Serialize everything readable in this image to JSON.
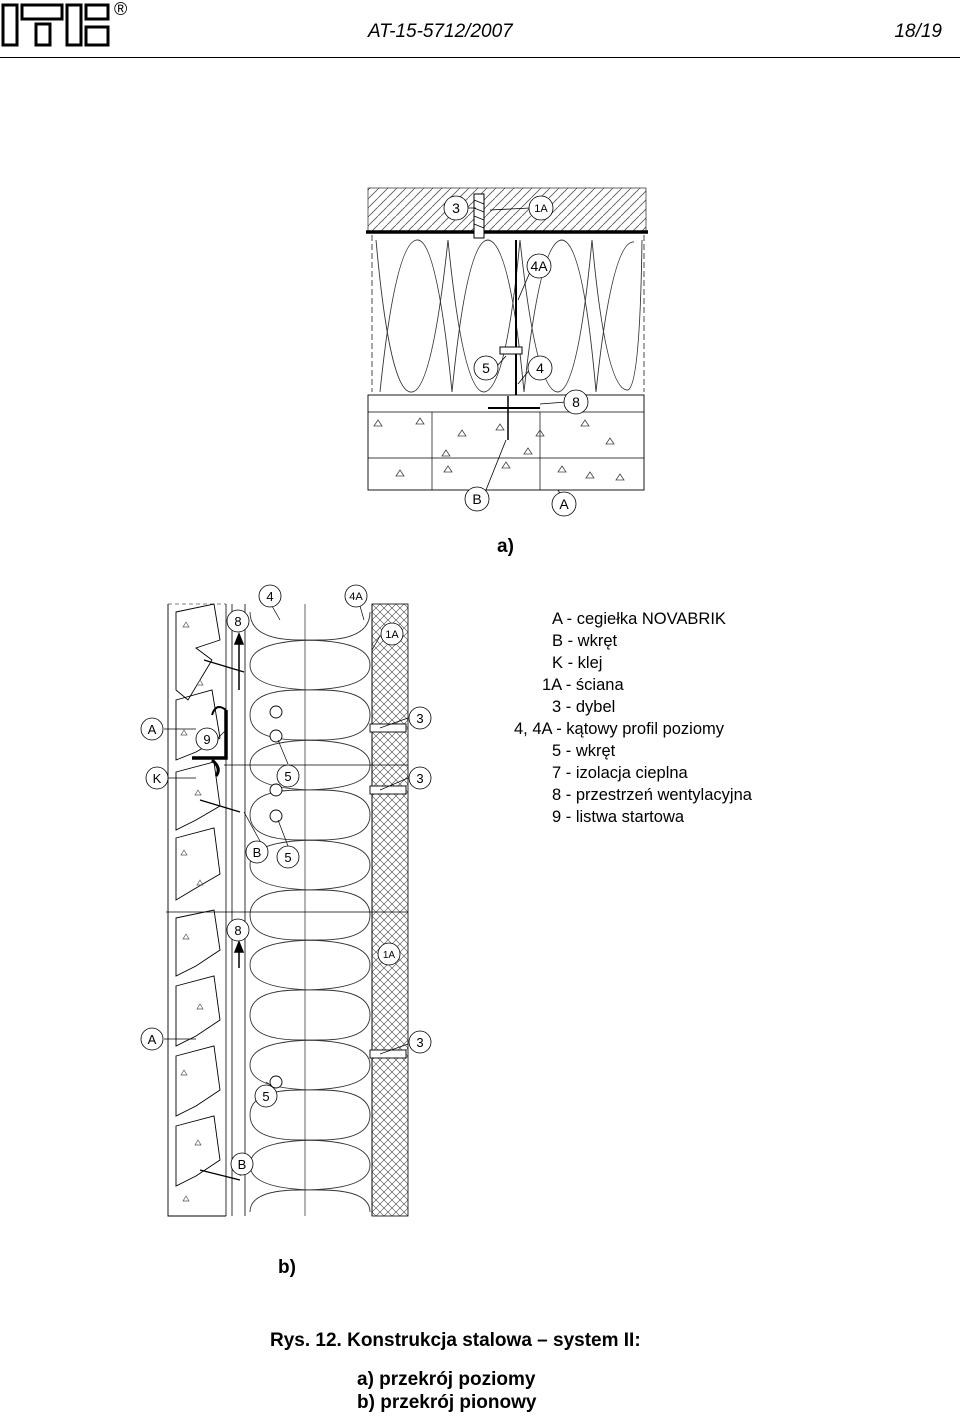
{
  "header": {
    "doc_code": "AT-15-5712/2007",
    "page": "18/19",
    "registered_mark": "®"
  },
  "figure_a": {
    "label": "a)",
    "markers": {
      "m3": "3",
      "m1A": "1A",
      "m4A": "4A",
      "m5": "5",
      "m4": "4",
      "m8": "8",
      "mB": "B",
      "mA": "A"
    }
  },
  "figure_b": {
    "label": "b)",
    "markers": {
      "m4": "4",
      "m4A": "4A",
      "m8_top": "8",
      "m1A_top": "1A",
      "mA_top": "A",
      "m9": "9",
      "m3_a": "3",
      "mK": "K",
      "m5_a": "5",
      "m3_b": "3",
      "mB_a": "B",
      "m5_b": "5",
      "m8_bot": "8",
      "m1A_bot": "1A",
      "mA_bot": "A",
      "m3_c": "3",
      "m5_c": "5",
      "mB_b": "B"
    }
  },
  "legend": [
    "A - cegiełka NOVABRIK",
    "B - wkręt",
    "K - klej",
    "1A - ściana",
    "3 - dybel",
    "4, 4A - kątowy profil poziomy",
    "5 - wkręt",
    "7 - izolacja cieplna",
    "8 - przestrzeń wentylacyjna",
    "9 - listwa startowa"
  ],
  "caption": {
    "title": "Rys. 12. Konstrukcja stalowa – system II:",
    "line_a": "a) przekrój poziomy",
    "line_b": "b) przekrój pionowy"
  }
}
